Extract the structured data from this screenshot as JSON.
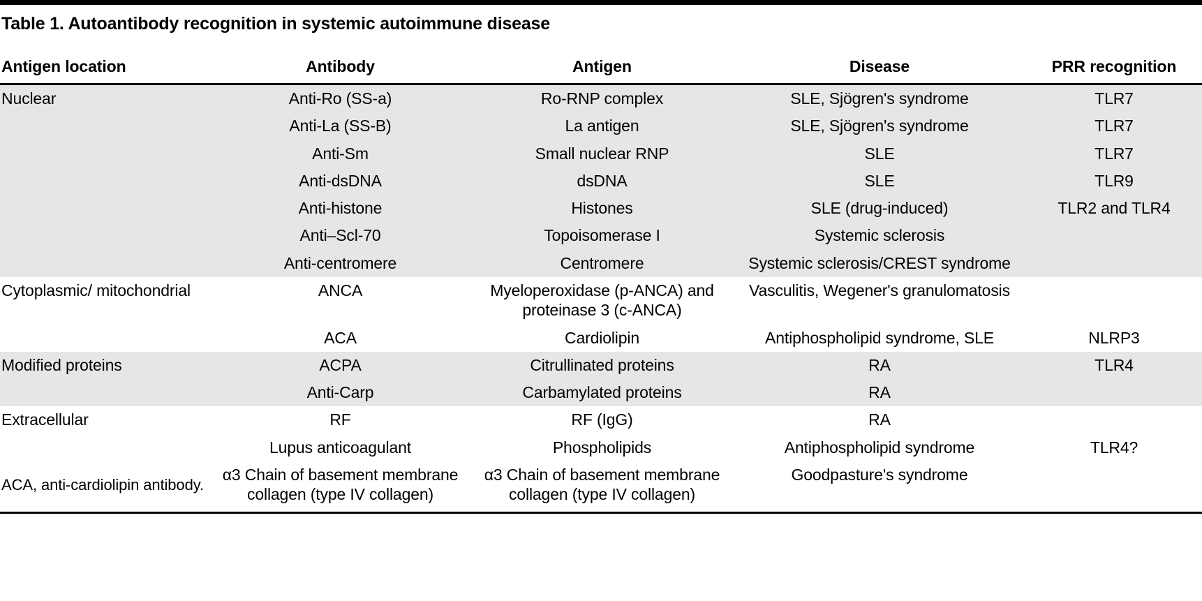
{
  "document": {
    "title": "Table 1. Autoantibody recognition in systemic autoimmune disease",
    "footnote": "ACA, anti-cardiolipin antibody."
  },
  "table": {
    "headers": [
      "Antigen location",
      "Antibody",
      "Antigen",
      "Disease",
      "PRR recognition"
    ],
    "rows": [
      {
        "shaded": true,
        "location": "Nuclear",
        "antibody": "Anti-Ro (SS-a)",
        "antigen": "Ro-RNP complex",
        "disease": "SLE, Sjögren's syndrome",
        "prr": "TLR7"
      },
      {
        "shaded": true,
        "location": "",
        "antibody": "Anti-La (SS-B)",
        "antigen": "La antigen",
        "disease": "SLE, Sjögren's syndrome",
        "prr": "TLR7"
      },
      {
        "shaded": true,
        "location": "",
        "antibody": "Anti-Sm",
        "antigen": "Small nuclear RNP",
        "disease": "SLE",
        "prr": "TLR7"
      },
      {
        "shaded": true,
        "location": "",
        "antibody": "Anti-dsDNA",
        "antigen": "dsDNA",
        "disease": "SLE",
        "prr": "TLR9"
      },
      {
        "shaded": true,
        "location": "",
        "antibody": "Anti-histone",
        "antigen": "Histones",
        "disease": "SLE (drug-induced)",
        "prr": "TLR2 and TLR4"
      },
      {
        "shaded": true,
        "location": "",
        "antibody": "Anti–Scl-70",
        "antigen": "Topoisomerase I",
        "disease": "Systemic sclerosis",
        "prr": ""
      },
      {
        "shaded": true,
        "location": "",
        "antibody": "Anti-centromere",
        "antigen": "Centromere",
        "disease": "Systemic sclerosis/CREST syndrome",
        "prr": ""
      },
      {
        "shaded": false,
        "location": "Cytoplasmic/ mitochondrial",
        "antibody": "ANCA",
        "antigen": "Myeloperoxidase (p-ANCA) and",
        "antigen_line2": "proteinase 3 (c-ANCA)",
        "disease": "Vasculitis, Wegener's granulomatosis",
        "prr": ""
      },
      {
        "shaded": false,
        "location": "",
        "antibody": "ACA",
        "antigen": "Cardiolipin",
        "disease": "Antiphospholipid syndrome, SLE",
        "prr": "NLRP3"
      },
      {
        "shaded": true,
        "location": "Modified proteins",
        "antibody": "ACPA",
        "antigen": "Citrullinated proteins",
        "disease": "RA",
        "prr": "TLR4"
      },
      {
        "shaded": true,
        "location": "",
        "antibody": "Anti-Carp",
        "antigen": "Carbamylated proteins",
        "disease": "RA",
        "prr": ""
      },
      {
        "shaded": false,
        "location": "Extracellular",
        "antibody": "RF",
        "antigen": "RF (IgG)",
        "disease": "RA",
        "prr": ""
      },
      {
        "shaded": false,
        "location": "",
        "antibody": "Lupus anticoagulant",
        "antigen": "Phospholipids",
        "disease": "Antiphospholipid syndrome",
        "prr": "TLR4?"
      },
      {
        "shaded": false,
        "location": "",
        "antibody": "α3 Chain of basement membrane",
        "antibody_line2": "collagen (type IV collagen)",
        "antigen": "α3 Chain of basement membrane",
        "antigen_line2": "collagen (type IV collagen)",
        "disease": "Goodpasture's syndrome",
        "prr": ""
      }
    ]
  },
  "colors": {
    "shade": "#e6e6e6",
    "text": "#000000",
    "rule": "#000000",
    "background": "#ffffff"
  }
}
